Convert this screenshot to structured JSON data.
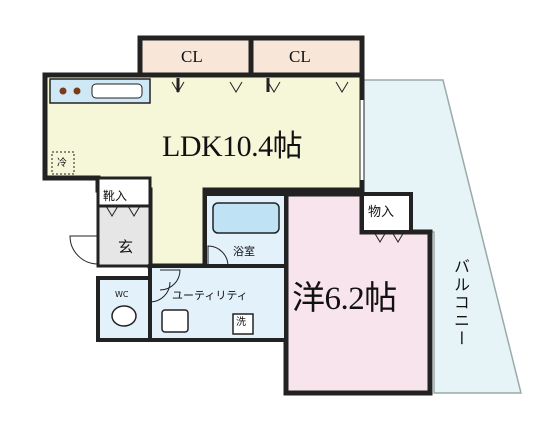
{
  "floorplan": {
    "rooms": {
      "ldk": "LDK10.4帖",
      "western": "洋6.2帖",
      "closet_1": "CL",
      "closet_2": "CL",
      "shoe_storage": "靴入",
      "storage": "物入",
      "entrance": "玄",
      "bathroom": "浴室",
      "toilet": "WC",
      "utility": "ユーティリティ",
      "washer": "洗",
      "fridge": "冷",
      "balcony": "バルコニー"
    },
    "colors": {
      "ldk_fill": "#f6f6d9",
      "western_fill": "#f8e4ec",
      "closet_fill": "#f8e6d8",
      "wet_area_fill": "#e2f1fa",
      "balcony_fill": "#e6f4f7",
      "entrance_fill": "#e6e6e6",
      "wall": "#222222"
    }
  }
}
